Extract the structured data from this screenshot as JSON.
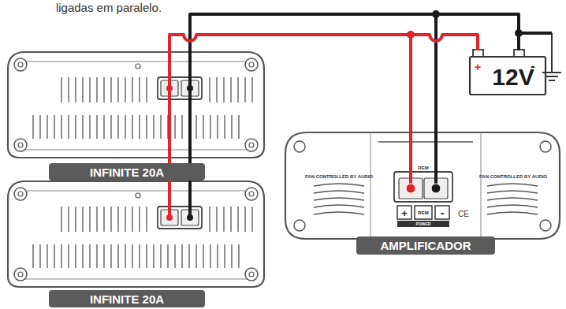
{
  "diagram": {
    "nodes": [
      {
        "text": [
          "12V"
        ]
      },
      {
        "text": [
          "INFINITE 20A"
        ]
      },
      {
        "text": [
          "INFINITE 20A"
        ]
      },
      {
        "text": [
          "AMPLIFICADOR"
        ]
      }
    ],
    "labels": [
      "ligadas em paralelo.",
      "+",
      "-",
      "FAN CONTROLLED BY AUDIO",
      "FAN CONTROLLED BY AUDIO",
      "REM",
      "+",
      "REM",
      "-",
      "POWER",
      "CE"
    ]
  }
}
